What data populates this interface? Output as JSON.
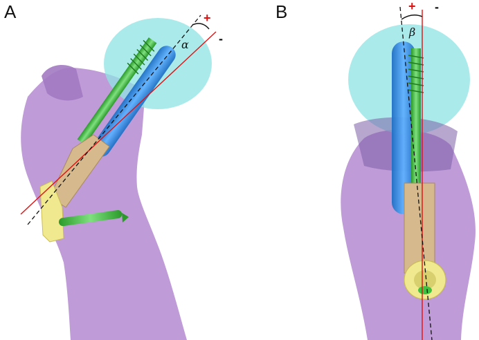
{
  "panels": [
    {
      "letter": "A",
      "plus_sign": "+",
      "minus_sign": "-",
      "angle_symbol": "α"
    },
    {
      "letter": "B",
      "plus_sign": "+",
      "minus_sign": "-",
      "angle_symbol": "β"
    }
  ],
  "colors": {
    "bone_shaft": "#b48ad0",
    "femoral_head": "#8fe3e3",
    "blade_blue": "#3a8fe0",
    "screw_green": "#3fc23f",
    "plate_tan": "#d6b98c",
    "plate_yellow": "#f1e98f",
    "reference_line": "#e01010",
    "dashed_axis": "#111111"
  }
}
